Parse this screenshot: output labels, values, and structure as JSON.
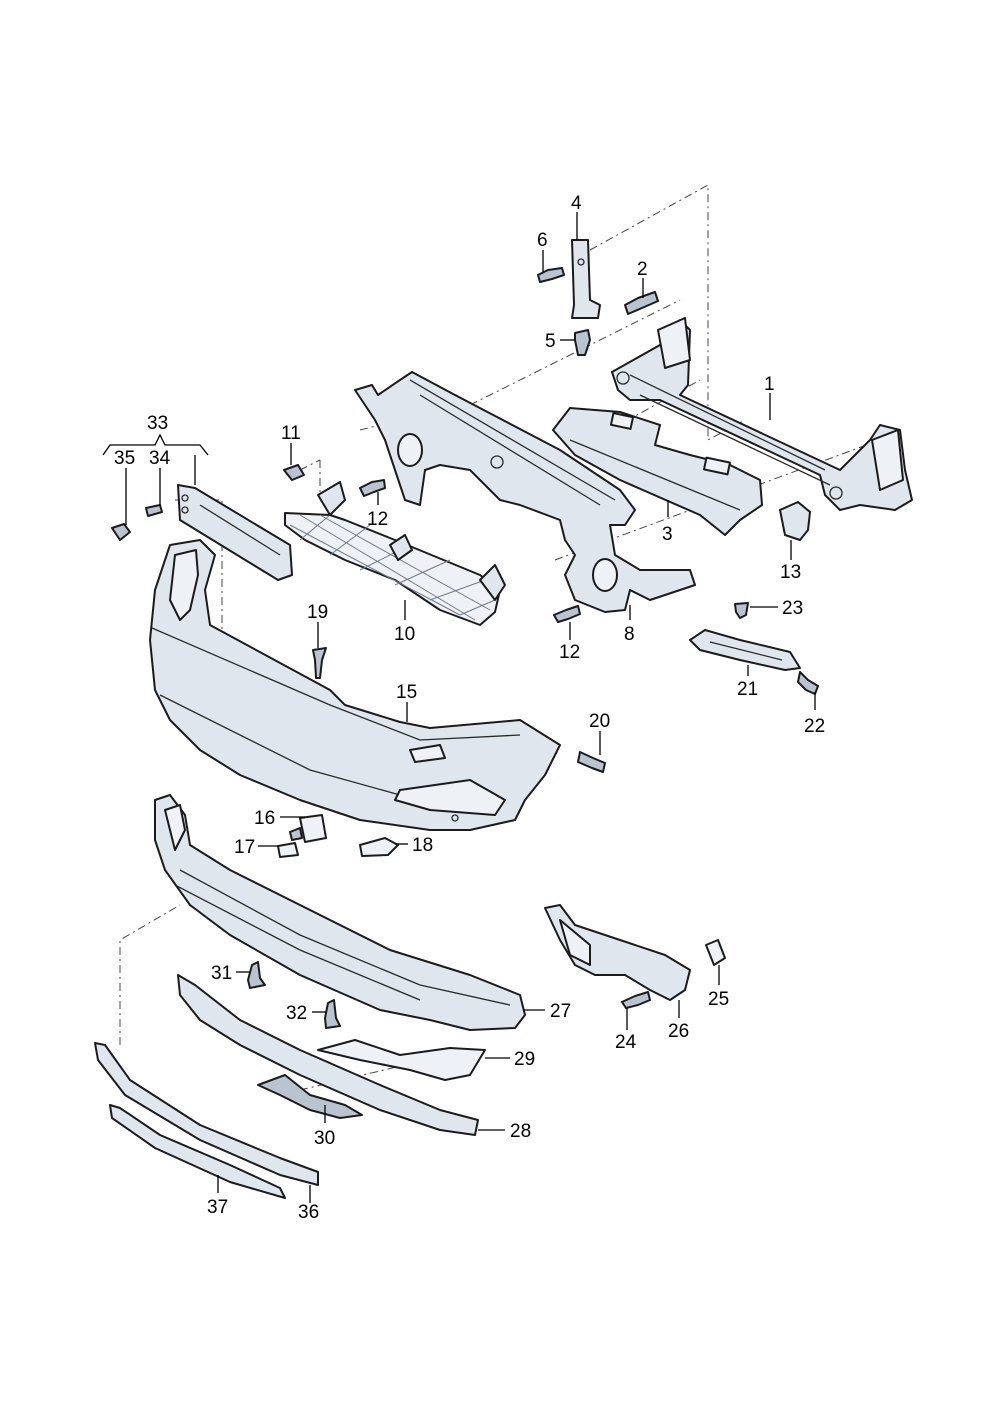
{
  "labels": {
    "p1": "1",
    "p2": "2",
    "p3": "3",
    "p4": "4",
    "p5": "5",
    "p6": "6",
    "p8": "8",
    "p10": "10",
    "p11": "11",
    "p12a": "12",
    "p12b": "12",
    "p13": "13",
    "p15": "15",
    "p16": "16",
    "p17": "17",
    "p18": "18",
    "p19": "19",
    "p20": "20",
    "p21": "21",
    "p22": "22",
    "p23": "23",
    "p24": "24",
    "p25": "25",
    "p26": "26",
    "p27": "27",
    "p28": "28",
    "p29": "29",
    "p30": "30",
    "p31": "31",
    "p32": "32",
    "p33": "33",
    "p34": "34",
    "p35": "35",
    "p36": "36",
    "p37": "37"
  }
}
